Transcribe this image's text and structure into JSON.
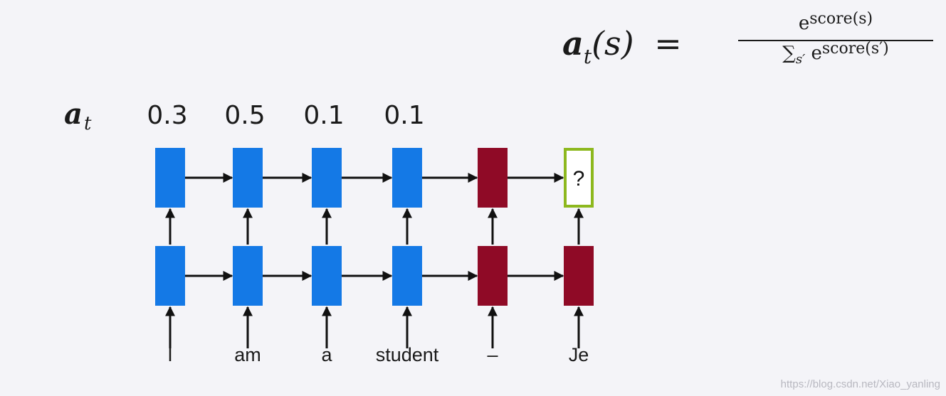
{
  "formula": {
    "lhs_symbol": "a",
    "lhs_sub": "t",
    "lhs_arg": "(s)",
    "equals": "=",
    "numerator_base": "e",
    "numerator_exp": "score(s)",
    "denominator_sum": "∑",
    "denominator_sub": "s′",
    "denominator_base": "e",
    "denominator_exp": "score(s′)"
  },
  "attention": {
    "label_symbol": "a",
    "label_sub": "t",
    "weights": [
      "0.3",
      "0.5",
      "0.1",
      "0.1"
    ]
  },
  "columns": [
    {
      "word": "I",
      "type": "encoder"
    },
    {
      "word": "am",
      "type": "encoder"
    },
    {
      "word": "a",
      "type": "encoder"
    },
    {
      "word": "student",
      "type": "encoder"
    },
    {
      "word": "–",
      "type": "decoder"
    },
    {
      "word": "Je",
      "type": "decoder"
    }
  ],
  "query_cell_text": "?",
  "colors": {
    "encoder": "#1479e6",
    "decoder": "#8f0a26",
    "query_border": "#8db81e",
    "arrow": "#111111",
    "background": "#f4f4f8"
  },
  "watermark": "https://blog.csdn.net/Xiao_yanling"
}
